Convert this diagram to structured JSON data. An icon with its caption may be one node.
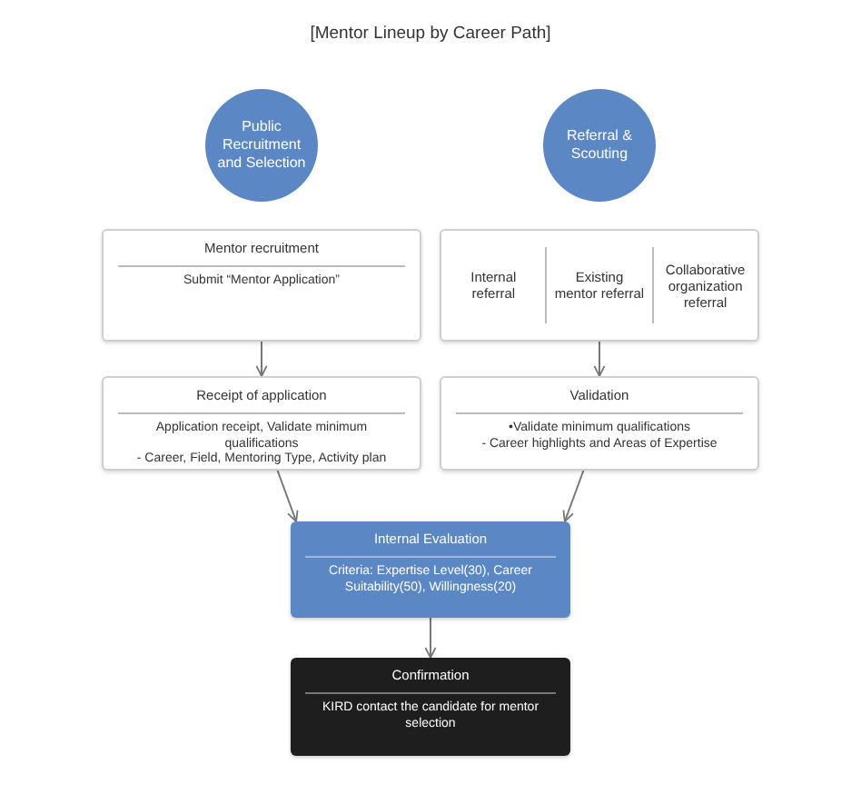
{
  "diagram": {
    "title": "[Mentor Lineup by Career Path]",
    "nodes": [
      {
        "text": [
          "Public Recruitment and Selection"
        ]
      },
      {
        "text": [
          "Referral & Scouting"
        ]
      },
      {
        "text": [
          "Mentor recruitment",
          "Submit “Mentor Application”"
        ]
      },
      {
        "text": [
          "Internal referral",
          "Existing mentor referral",
          "Collaborative organization referral"
        ]
      },
      {
        "text": [
          "Receipt of application",
          "Application receipt, Validate minimum qualifications",
          "- Career, Field, Mentoring Type, Activity plan"
        ]
      },
      {
        "text": [
          "Validation",
          "•Validate minimum qualifications",
          "- Career highlights and Areas of Expertise"
        ]
      },
      {
        "text": [
          "Internal Evaluation",
          "Criteria: Expertise Level(30), Career Suitability(50), Willingness(20)"
        ]
      },
      {
        "text": [
          "Confirmation",
          "KIRD contact the candidate for mentor selection"
        ]
      }
    ],
    "edges": [
      {
        "from": 2,
        "to": 4,
        "arrow": "to"
      },
      {
        "from": 3,
        "to": 5,
        "arrow": "to"
      },
      {
        "from": 4,
        "to": 6,
        "arrow": "to"
      },
      {
        "from": 5,
        "to": 6,
        "arrow": "to"
      },
      {
        "from": 6,
        "to": 7,
        "arrow": "to"
      }
    ]
  }
}
